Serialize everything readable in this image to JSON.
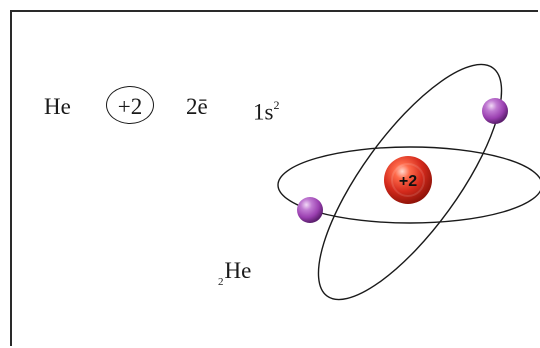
{
  "formula": {
    "symbol": "He",
    "nuclear_charge": "+2",
    "electron_count": "2ē",
    "configuration_base": "1s",
    "configuration_exp": "2"
  },
  "atom_label": {
    "atomic_number": "2",
    "symbol": "He"
  },
  "model": {
    "nucleus_charge": "+2",
    "electron_count": 2,
    "orbit_count": 2,
    "nucleus_color": "#d42a1c",
    "electron_color": "#9a3fb0"
  }
}
